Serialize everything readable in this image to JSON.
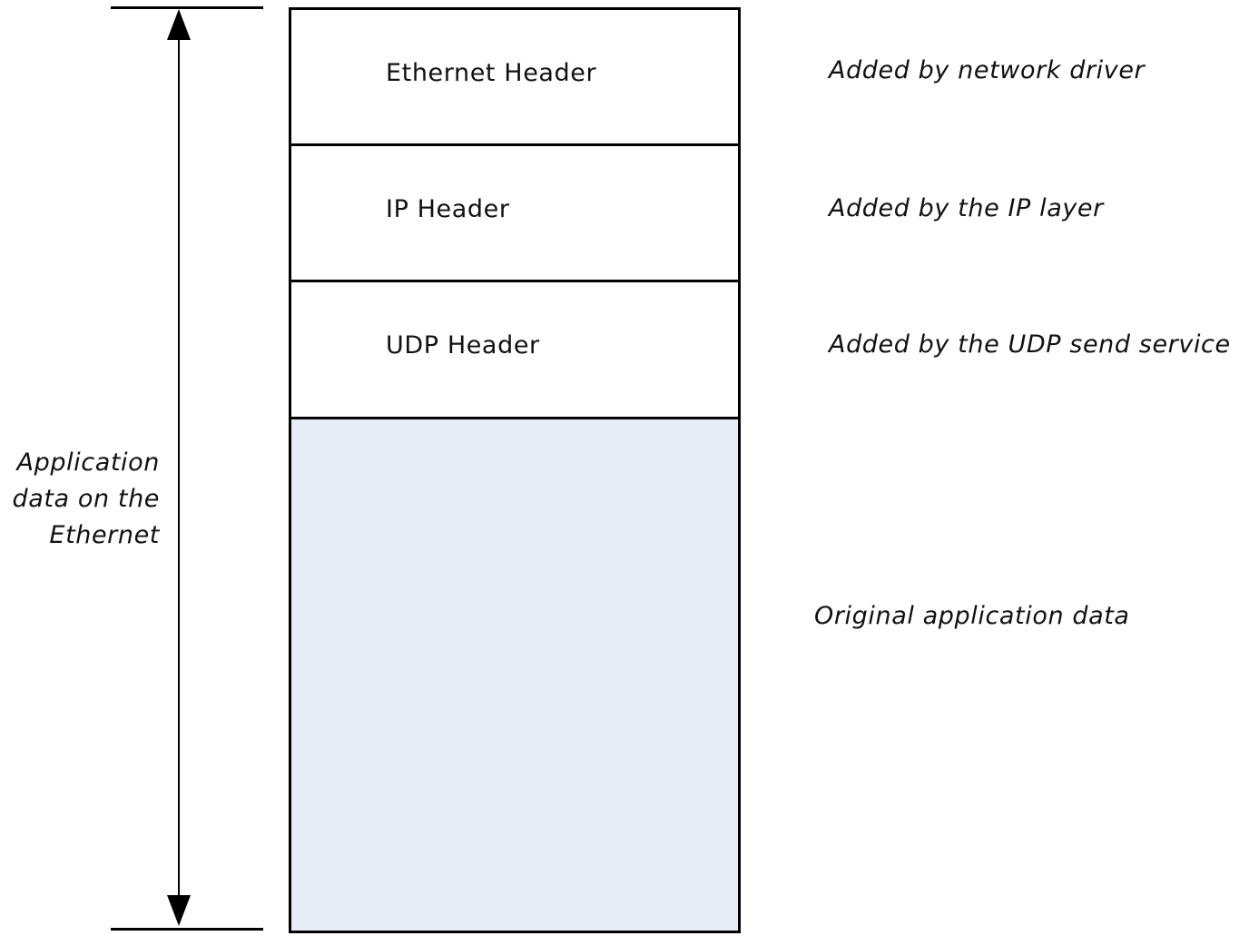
{
  "diagram": {
    "span_label": {
      "lines": [
        "Application",
        "data on the",
        "Ethernet"
      ]
    },
    "layers": [
      {
        "label": "Ethernet Header",
        "note": "Added by network driver"
      },
      {
        "label": "IP Header",
        "note": "Added by the IP layer"
      },
      {
        "label": "UDP Header",
        "note": "Added by the UDP send service"
      },
      {
        "label": "",
        "note": "Original application data"
      }
    ],
    "colors": {
      "payload_fill": "#e7edf8",
      "header_fill": "#ffffff",
      "stroke": "#000000"
    }
  }
}
